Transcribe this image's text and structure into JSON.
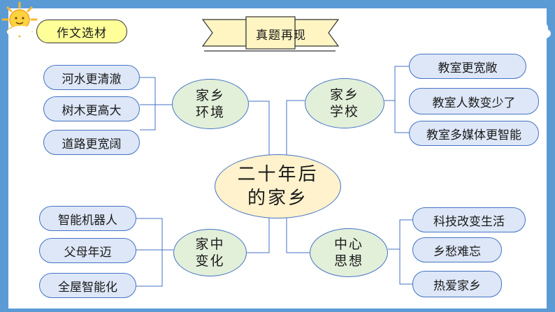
{
  "colors": {
    "frame": "#5b9bd5",
    "pill_fill": "#dde7f7",
    "bubble_fill": "#e2efd9",
    "center_fill": "#fff2cc",
    "connector": "#4472c4"
  },
  "tag_label": "作文选材",
  "banner_title": "真题再现",
  "center": {
    "line1": "二十年后",
    "line2": "的家乡"
  },
  "branches": {
    "environment": {
      "line1": "家乡",
      "line2": "环境",
      "items": [
        "河水更清澈",
        "树木更高大",
        "道路更宽阔"
      ]
    },
    "school": {
      "line1": "家乡",
      "line2": "学校",
      "items": [
        "教室更宽敞",
        "教室人数变少了",
        "教室多媒体更智能"
      ]
    },
    "home": {
      "line1": "家中",
      "line2": "变化",
      "items": [
        "智能机器人",
        "父母年迈",
        "全屋智能化"
      ]
    },
    "theme": {
      "line1": "中心",
      "line2": "思想",
      "items": [
        "科技改变生活",
        "乡愁难忘",
        "热爱家乡"
      ]
    }
  }
}
